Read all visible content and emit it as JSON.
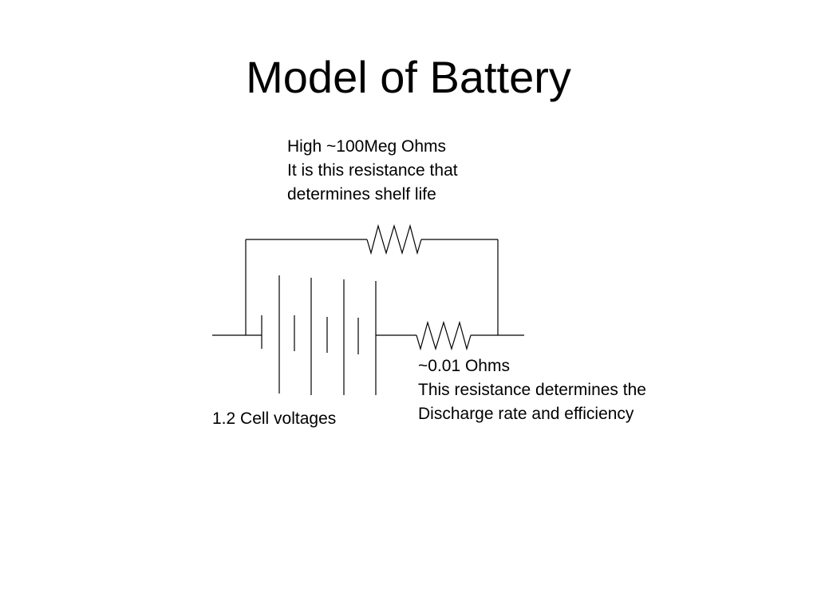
{
  "slide": {
    "title": "Model of Battery"
  },
  "high_resistance_note": {
    "line1": "High ~100Meg Ohms",
    "line2": "It is this resistance that",
    "line3": "determines shelf life"
  },
  "low_resistance_note": {
    "line1": "~0.01 Ohms",
    "line2": "This resistance determines the",
    "line3": "Discharge rate and efficiency"
  },
  "cell_note": {
    "line1": "1.2 Cell voltages"
  },
  "colors": {
    "background": "#ffffff",
    "ink": "#000000"
  }
}
